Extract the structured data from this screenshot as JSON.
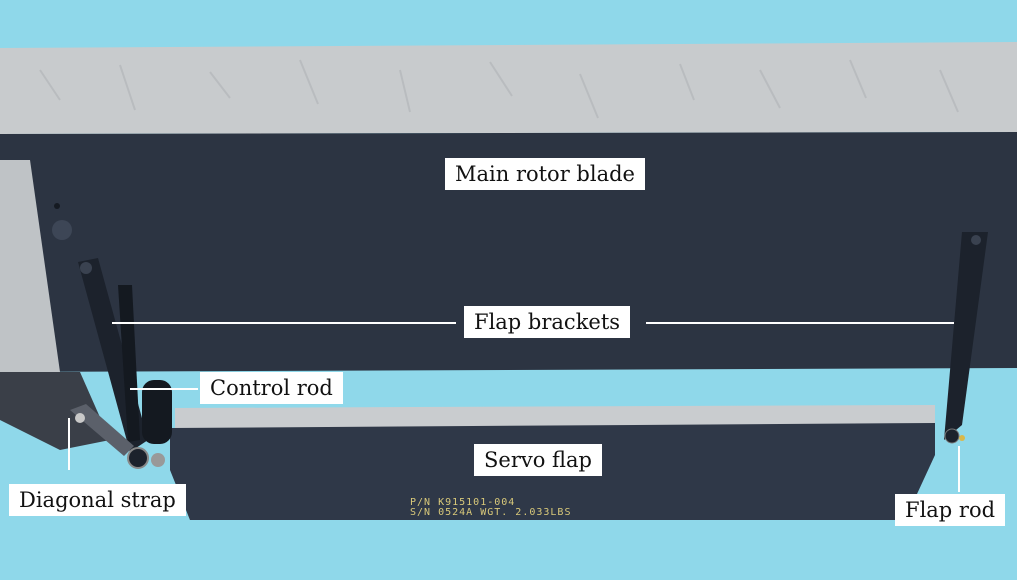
{
  "colors": {
    "sky": "#8fd8ea",
    "blade_top": "#c9ccce",
    "blade_underside": "#2c3442",
    "bracket": "#1c222c",
    "flap": "#2f3848",
    "label_bg": "#ffffff"
  },
  "labels": {
    "main_rotor_blade": "Main rotor blade",
    "flap_brackets": "Flap brackets",
    "control_rod": "Control rod",
    "servo_flap": "Servo flap",
    "diagonal_strap": "Diagonal strap",
    "flap_rod": "Flap rod"
  },
  "flap_markings": {
    "line1": "P/N K915101-004",
    "line2": "S/N 0524A WGT. 2.033LBS"
  }
}
